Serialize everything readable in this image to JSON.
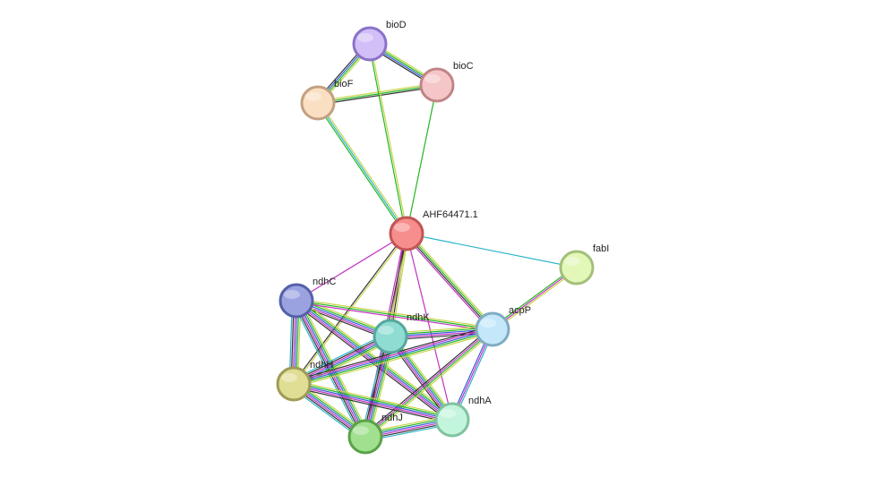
{
  "diagram": {
    "type": "network",
    "evidence_colors": {
      "green": "#22b822",
      "blue": "#3b5bdb",
      "purple": "#c233c2",
      "black": "#333333",
      "yellow": "#c8d44a",
      "cyan": "#2ab5c8",
      "violet": "#7a3fc7"
    },
    "nodes": [
      {
        "id": "bioD",
        "label": "bioD",
        "fill": "#d2bff7",
        "stroke": "#8a72c9"
      },
      {
        "id": "bioC",
        "label": "bioC",
        "fill": "#f5c6c8",
        "stroke": "#c08588"
      },
      {
        "id": "bioF",
        "label": "bioF",
        "fill": "#fadfc2",
        "stroke": "#c2a081"
      },
      {
        "id": "AHF64471.1",
        "label": "AHF64471.1",
        "fill": "#f78e8e",
        "stroke": "#c25454"
      },
      {
        "id": "fabI",
        "label": "fabI",
        "fill": "#e3f7b8",
        "stroke": "#a3bf7a"
      },
      {
        "id": "ndhC",
        "label": "ndhC",
        "fill": "#9aa2e0",
        "stroke": "#5560a8"
      },
      {
        "id": "ndhK",
        "label": "ndhK",
        "fill": "#8edcd2",
        "stroke": "#55a89e"
      },
      {
        "id": "acpP",
        "label": "acpP",
        "fill": "#c4e8fa",
        "stroke": "#80abc2"
      },
      {
        "id": "ndhH",
        "label": "ndhH",
        "fill": "#e0dd94",
        "stroke": "#9e9b55"
      },
      {
        "id": "ndhA",
        "label": "ndhA",
        "fill": "#c3f5dc",
        "stroke": "#80c2a0"
      },
      {
        "id": "ndhJ",
        "label": "ndhJ",
        "fill": "#a0e08e",
        "stroke": "#5aa148"
      }
    ],
    "edges": [
      {
        "source": "bioD",
        "target": "bioF",
        "evidence": [
          "yellow",
          "green",
          "blue",
          "black"
        ]
      },
      {
        "source": "bioD",
        "target": "bioC",
        "evidence": [
          "yellow",
          "green",
          "blue",
          "black"
        ]
      },
      {
        "source": "bioF",
        "target": "bioC",
        "evidence": [
          "yellow",
          "green",
          "black"
        ]
      },
      {
        "source": "bioD",
        "target": "AHF64471.1",
        "evidence": [
          "yellow",
          "green"
        ]
      },
      {
        "source": "bioF",
        "target": "AHF64471.1",
        "evidence": [
          "yellow",
          "cyan",
          "green"
        ]
      },
      {
        "source": "bioC",
        "target": "AHF64471.1",
        "evidence": [
          "green"
        ]
      },
      {
        "source": "AHF64471.1",
        "target": "fabI",
        "evidence": [
          "cyan"
        ]
      },
      {
        "source": "AHF64471.1",
        "target": "ndhC",
        "evidence": [
          "purple"
        ]
      },
      {
        "source": "AHF64471.1",
        "target": "ndhK",
        "evidence": [
          "yellow",
          "black",
          "purple"
        ]
      },
      {
        "source": "AHF64471.1",
        "target": "acpP",
        "evidence": [
          "yellow",
          "green",
          "black",
          "purple"
        ]
      },
      {
        "source": "AHF64471.1",
        "target": "ndhH",
        "evidence": [
          "yellow",
          "black"
        ]
      },
      {
        "source": "AHF64471.1",
        "target": "ndhJ",
        "evidence": [
          "yellow",
          "black",
          "purple"
        ]
      },
      {
        "source": "AHF64471.1",
        "target": "ndhA",
        "evidence": [
          "purple"
        ]
      },
      {
        "source": "fabI",
        "target": "acpP",
        "evidence": [
          "yellow",
          "purple",
          "green"
        ]
      },
      {
        "source": "ndhC",
        "target": "ndhK",
        "evidence": [
          "yellow",
          "green",
          "blue",
          "purple",
          "black"
        ]
      },
      {
        "source": "ndhC",
        "target": "acpP",
        "evidence": [
          "yellow",
          "green",
          "purple"
        ]
      },
      {
        "source": "ndhC",
        "target": "ndhH",
        "evidence": [
          "yellow",
          "green",
          "blue",
          "purple",
          "black",
          "cyan"
        ]
      },
      {
        "source": "ndhC",
        "target": "ndhJ",
        "evidence": [
          "yellow",
          "green",
          "blue",
          "purple",
          "black",
          "cyan"
        ]
      },
      {
        "source": "ndhC",
        "target": "ndhA",
        "evidence": [
          "yellow",
          "green",
          "blue",
          "purple",
          "black"
        ]
      },
      {
        "source": "ndhK",
        "target": "acpP",
        "evidence": [
          "yellow",
          "green",
          "blue",
          "purple",
          "black"
        ]
      },
      {
        "source": "ndhK",
        "target": "ndhH",
        "evidence": [
          "yellow",
          "green",
          "blue",
          "purple",
          "black",
          "cyan"
        ]
      },
      {
        "source": "ndhK",
        "target": "ndhJ",
        "evidence": [
          "yellow",
          "green",
          "blue",
          "purple",
          "black",
          "cyan"
        ]
      },
      {
        "source": "ndhK",
        "target": "ndhA",
        "evidence": [
          "yellow",
          "green",
          "blue",
          "purple",
          "black"
        ]
      },
      {
        "source": "acpP",
        "target": "ndhH",
        "evidence": [
          "yellow",
          "green",
          "blue",
          "purple",
          "black"
        ]
      },
      {
        "source": "acpP",
        "target": "ndhJ",
        "evidence": [
          "yellow",
          "green",
          "purple",
          "black"
        ]
      },
      {
        "source": "acpP",
        "target": "ndhA",
        "evidence": [
          "cyan",
          "purple",
          "blue"
        ]
      },
      {
        "source": "ndhH",
        "target": "ndhJ",
        "evidence": [
          "yellow",
          "green",
          "blue",
          "purple",
          "black",
          "cyan"
        ]
      },
      {
        "source": "ndhH",
        "target": "ndhA",
        "evidence": [
          "yellow",
          "green",
          "blue",
          "purple",
          "black"
        ]
      },
      {
        "source": "ndhJ",
        "target": "ndhA",
        "evidence": [
          "yellow",
          "green",
          "blue",
          "purple",
          "black",
          "cyan"
        ]
      }
    ]
  }
}
